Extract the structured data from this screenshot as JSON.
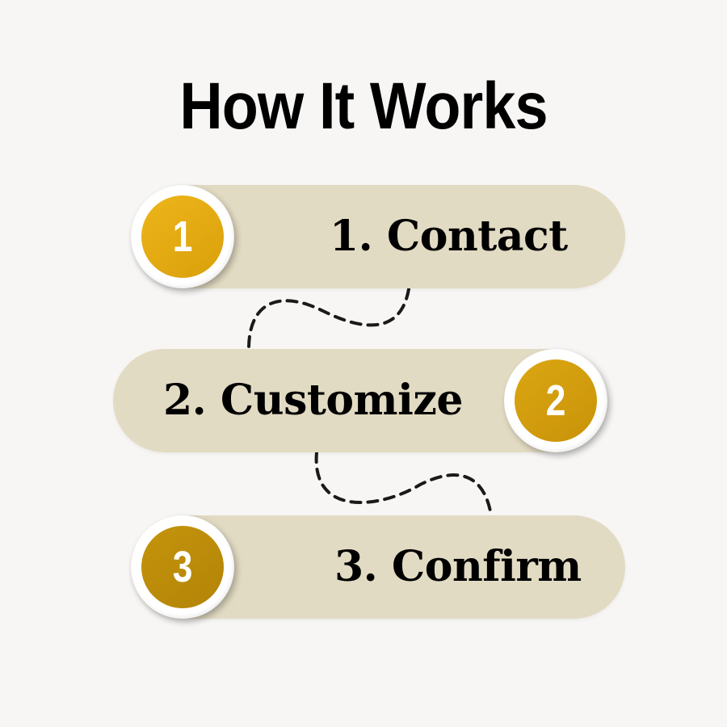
{
  "title": "How It Works",
  "steps": [
    {
      "number": "1",
      "label": "1. Contact"
    },
    {
      "number": "2",
      "label": "2. Customize"
    },
    {
      "number": "3",
      "label": "3. Confirm"
    }
  ],
  "colors": {
    "background": "#f7f6f4",
    "pill": "#e2dbc3",
    "badge_1": "#eeb51a",
    "badge_2": "#dba612",
    "badge_3": "#c4940c",
    "connector": "#1a1a1a"
  }
}
